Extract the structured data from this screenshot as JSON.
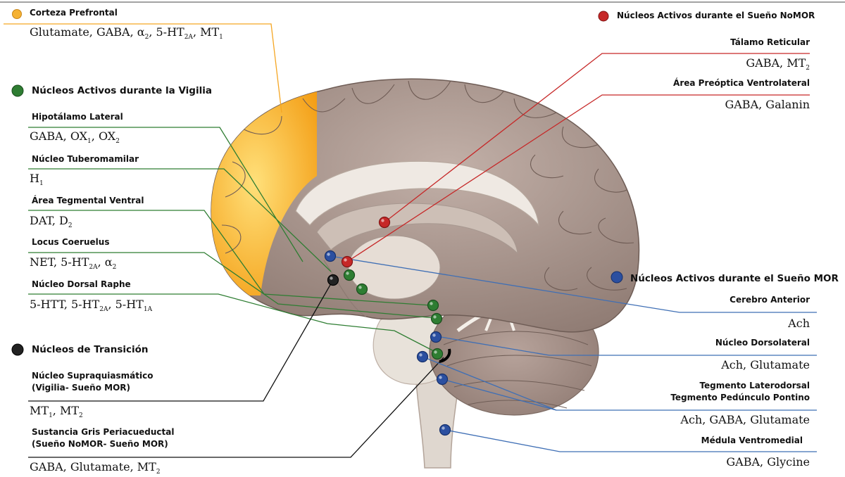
{
  "colors": {
    "wake": "#2e7d32",
    "nrem": "#c62828",
    "rem": "#3f6fb5",
    "transition": "#111111",
    "prefrontal": "#f5a623",
    "brain": "#a8928a"
  },
  "corteza": {
    "title": "Corteza Prefrontal",
    "formula": [
      {
        "t": "Glutamate, GABA, α"
      },
      {
        "s": "2"
      },
      {
        "t": ", 5-HT"
      },
      {
        "s": "2A"
      },
      {
        "t": ", MT"
      },
      {
        "s": "1"
      }
    ]
  },
  "wake": {
    "title": "Núcleos Activos durante la Vigilia",
    "items": [
      {
        "name": "Hipotálamo Lateral",
        "formula": [
          {
            "t": "GABA, OX"
          },
          {
            "s": "1"
          },
          {
            "t": ", OX"
          },
          {
            "s": "2"
          }
        ]
      },
      {
        "name": "Núcleo Tuberomamilar",
        "formula": [
          {
            "t": "H"
          },
          {
            "s": "1"
          }
        ]
      },
      {
        "name": "Área Tegmental Ventral",
        "formula": [
          {
            "t": "DAT, D"
          },
          {
            "s": "2"
          }
        ]
      },
      {
        "name": "Locus Coeruelus",
        "formula": [
          {
            "t": "NET, 5-HT"
          },
          {
            "s": "2A"
          },
          {
            "t": ", α"
          },
          {
            "s": "2"
          }
        ]
      },
      {
        "name": "Núcleo Dorsal Raphe",
        "formula": [
          {
            "t": "5-HTT, 5-HT"
          },
          {
            "s": "2A"
          },
          {
            "t": ", 5-HT"
          },
          {
            "s": "1A"
          }
        ]
      }
    ]
  },
  "transition": {
    "title": "Núcleos de Transición",
    "items": [
      {
        "name_lines": [
          "Núcleo Supraquiasmático",
          "(Vigilia- Sueño MOR)"
        ],
        "formula": [
          {
            "t": "MT"
          },
          {
            "s": "1"
          },
          {
            "t": ", MT"
          },
          {
            "s": "2"
          }
        ]
      },
      {
        "name_lines": [
          "Sustancia Gris Periacueductal",
          "(Sueño NoMOR- Sueño MOR)"
        ],
        "formula": [
          {
            "t": "GABA, Glutamate, MT"
          },
          {
            "s": "2"
          }
        ]
      }
    ]
  },
  "nrem": {
    "title": "Núcleos Activos durante el Sueño NoMOR",
    "items": [
      {
        "name": "Tálamo Reticular",
        "formula": [
          {
            "t": "GABA, MT"
          },
          {
            "s": "2"
          }
        ]
      },
      {
        "name": "Área Preóptica Ventrolateral",
        "formula": [
          {
            "t": "GABA, Galanin"
          }
        ]
      }
    ]
  },
  "rem": {
    "title": "Núcleos Activos durante el Sueño MOR",
    "items": [
      {
        "name_lines": [
          "Cerebro Anterior"
        ],
        "formula": [
          {
            "t": "Ach"
          }
        ]
      },
      {
        "name_lines": [
          "Núcleo Dorsolateral"
        ],
        "formula": [
          {
            "t": "Ach, Glutamate"
          }
        ]
      },
      {
        "name_lines": [
          "Tegmento Laterodorsal",
          "Tegmento Pedúnculo Pontino"
        ],
        "formula": [
          {
            "t": "Ach, GABA, Glutamate"
          }
        ]
      },
      {
        "name_lines": [
          "Médula Ventromedial"
        ],
        "formula": [
          {
            "t": "GABA, Glycine"
          }
        ]
      }
    ]
  }
}
